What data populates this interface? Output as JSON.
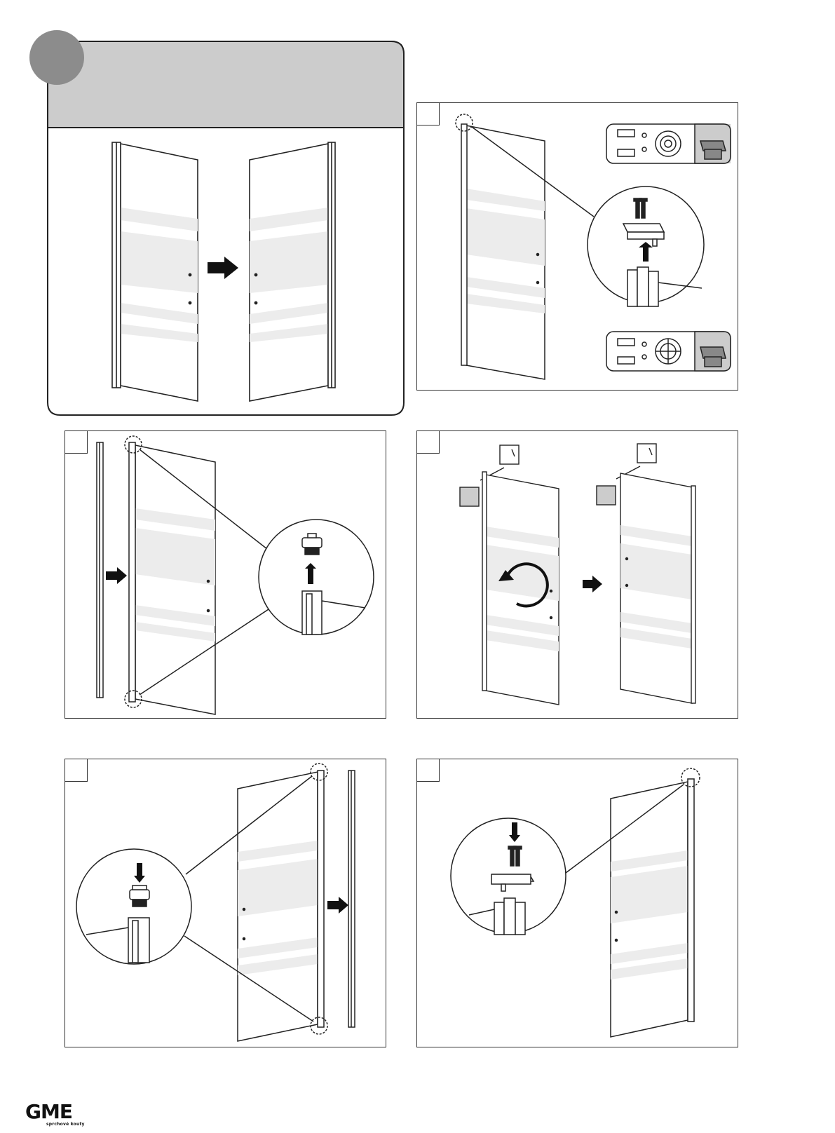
{
  "brand": {
    "logo_text": "GME",
    "tagline": "sprchové kouty"
  },
  "intro": {
    "title": ""
  },
  "steps": [
    {
      "id": "step-1",
      "number": ""
    },
    {
      "id": "step-2",
      "number": ""
    },
    {
      "id": "step-3",
      "number": ""
    },
    {
      "id": "step-4",
      "number": ""
    },
    {
      "id": "step-5",
      "number": ""
    }
  ],
  "icons": [
    "direction-arrow-icon",
    "rotate-arrow-icon",
    "up-arrow-icon",
    "down-arrow-icon",
    "screw-icon",
    "end-cap-icon",
    "magnifier-circle-icon"
  ],
  "colors": {
    "header_gray": "#cccccc",
    "badge_gray": "#8c8c8c",
    "frosted_band": "#ececec",
    "line": "#222222"
  }
}
